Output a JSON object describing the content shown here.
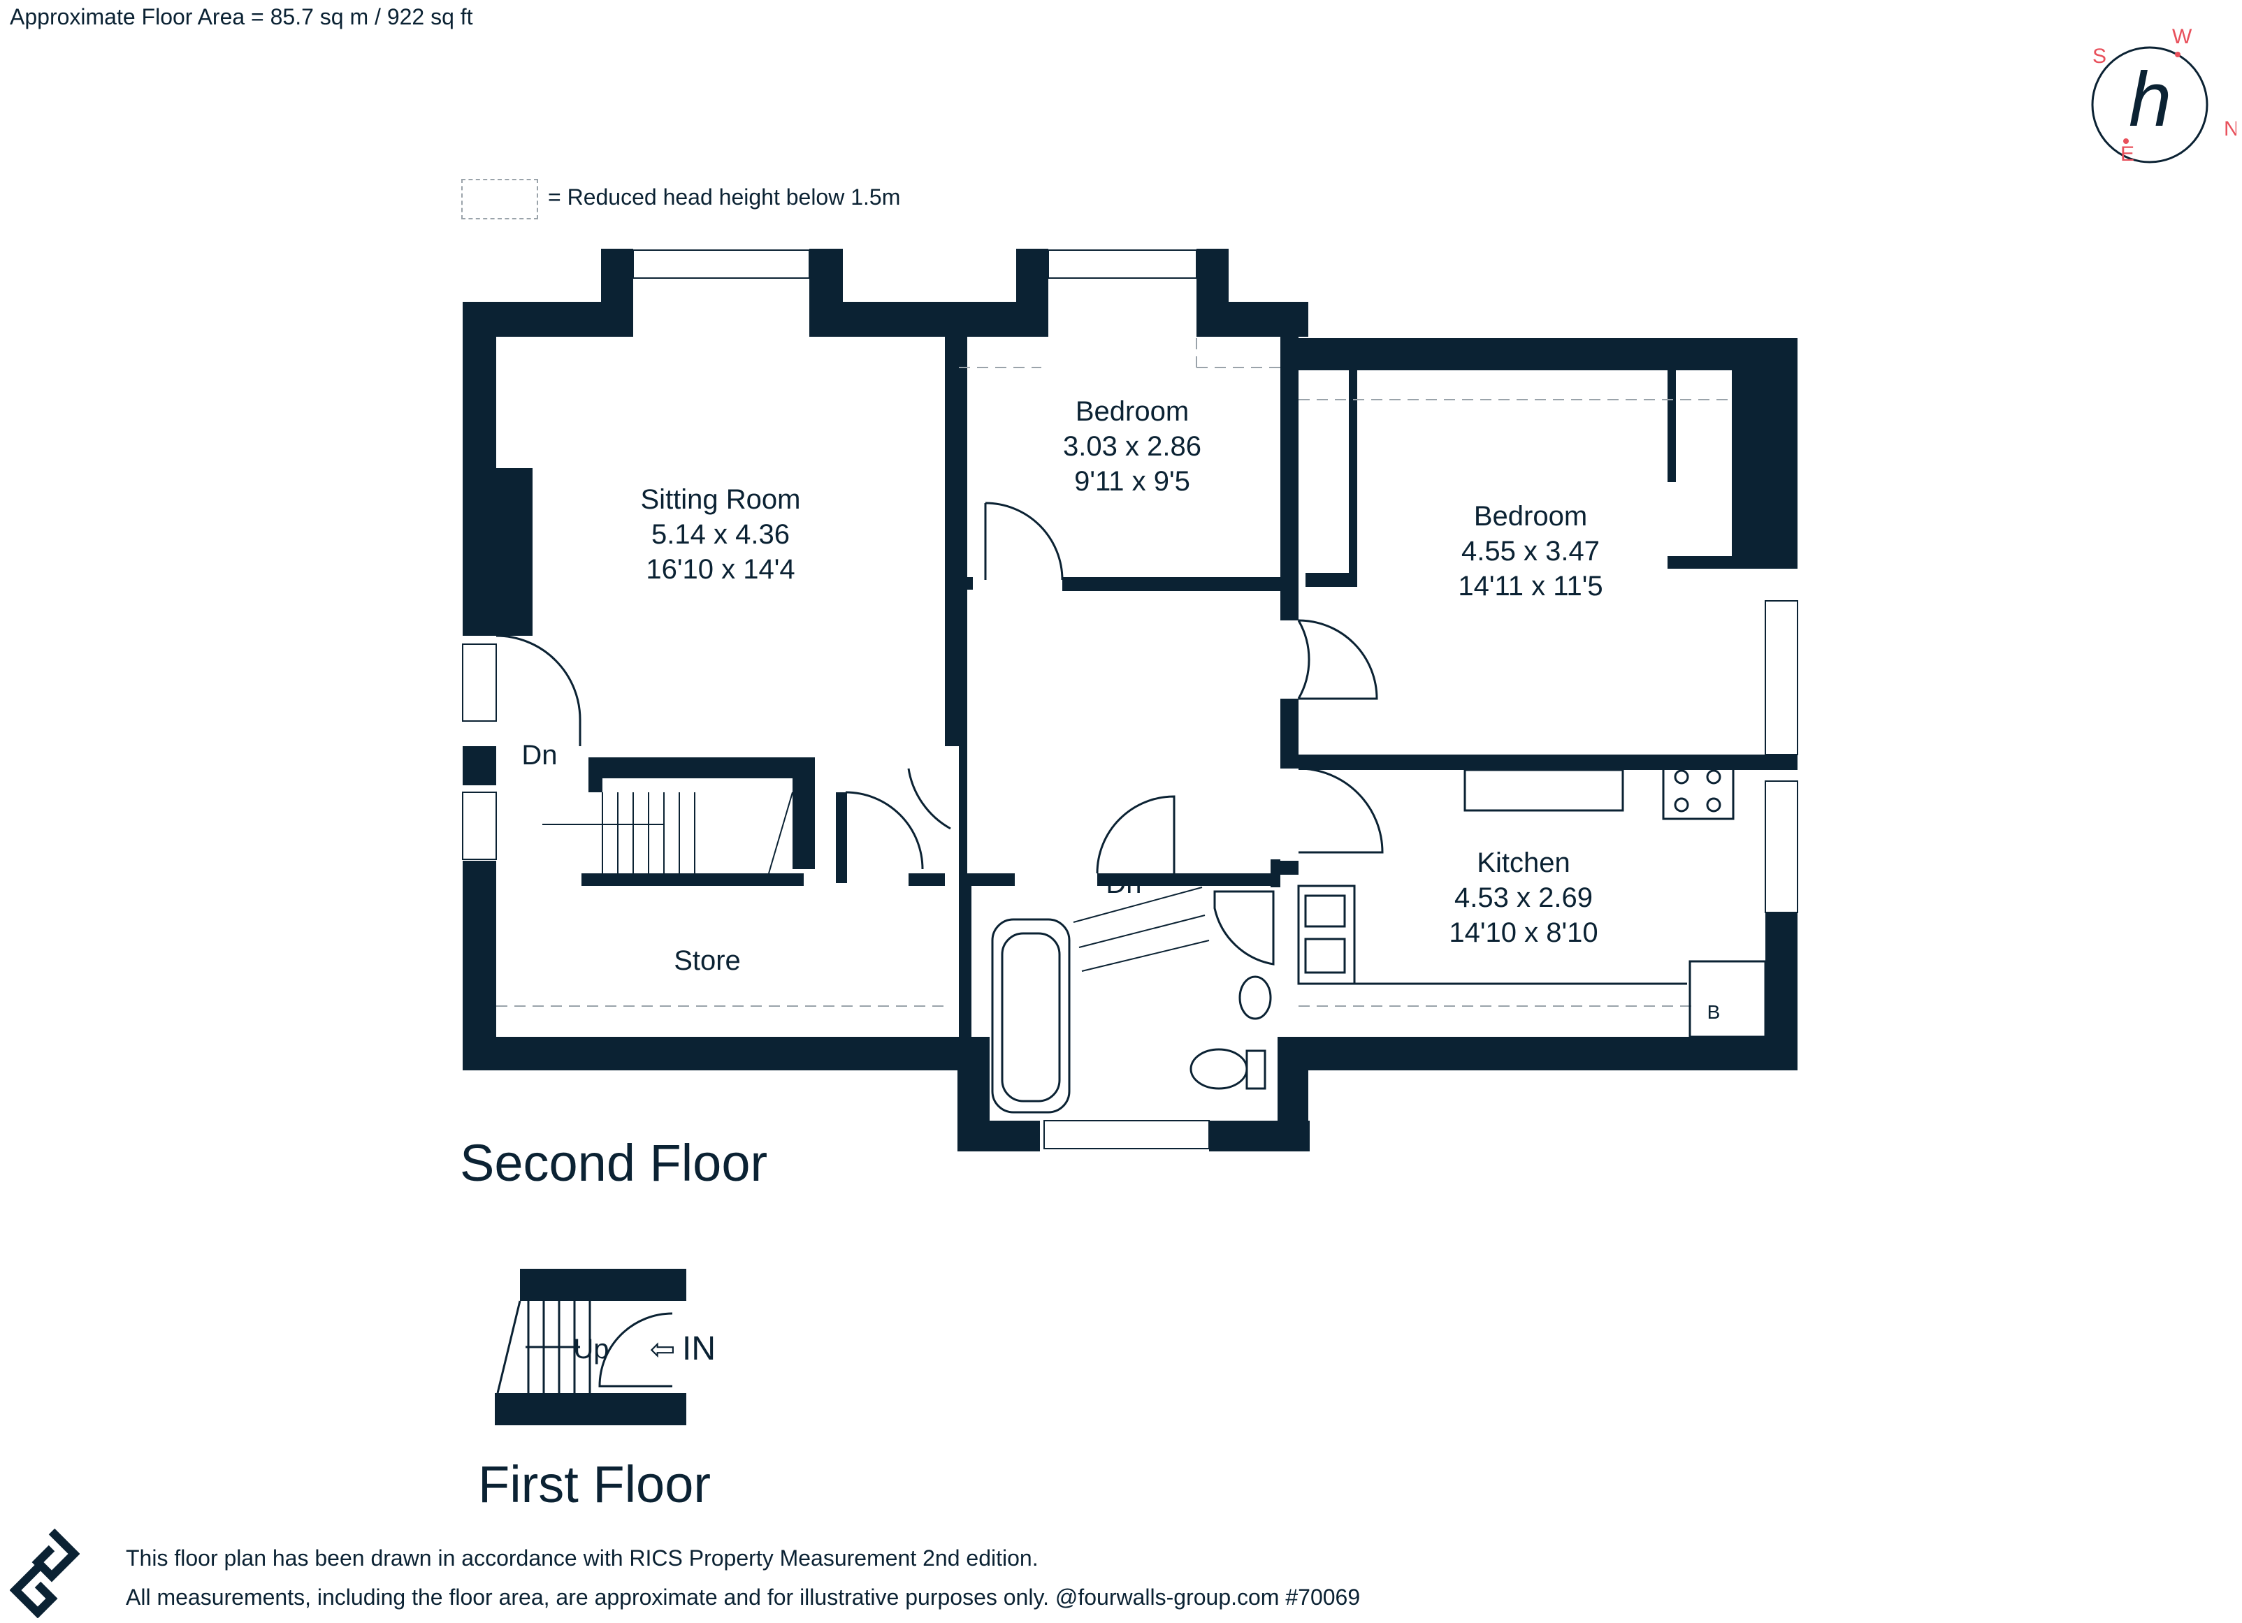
{
  "header": {
    "area_text": "Approximate Floor Area = 85.7 sq m / 922 sq ft",
    "legend_text": "= Reduced head height below 1.5m"
  },
  "compass": {
    "letters": {
      "s": "S",
      "w": "W",
      "n": "N",
      "e": "E"
    },
    "accent_color": "#e8505b",
    "logo_letter": "h"
  },
  "floors": {
    "second": {
      "title": "Second Floor",
      "rooms": {
        "sitting_room": {
          "name": "Sitting Room",
          "metric": "5.14 x 4.36",
          "imperial": "16'10 x 14'4"
        },
        "bedroom_small": {
          "name": "Bedroom",
          "metric": "3.03 x 2.86",
          "imperial": "9'11 x 9'5"
        },
        "bedroom_large": {
          "name": "Bedroom",
          "metric": "4.55 x 3.47",
          "imperial": "14'11 x 11'5"
        },
        "kitchen": {
          "name": "Kitchen",
          "metric": "4.53 x 2.69",
          "imperial": "14'10 x 8'10"
        },
        "store": {
          "name": "Store"
        }
      },
      "labels": {
        "stair_down_left": "Dn",
        "stair_down_center": "Dn",
        "boiler": "B"
      }
    },
    "first": {
      "title": "First Floor",
      "labels": {
        "up": "Up",
        "in": "IN",
        "in_arrow": "⇦"
      }
    }
  },
  "footer": {
    "line1": "This floor plan has been drawn in accordance with RICS Property Measurement 2nd edition.",
    "line2": "All measurements, including the floor area, are approximate and for illustrative purposes only. @fourwalls-group.com #70069"
  },
  "colors": {
    "wall": "#0b2233",
    "dashed": "#9aa3aa",
    "text": "#0b2233"
  }
}
